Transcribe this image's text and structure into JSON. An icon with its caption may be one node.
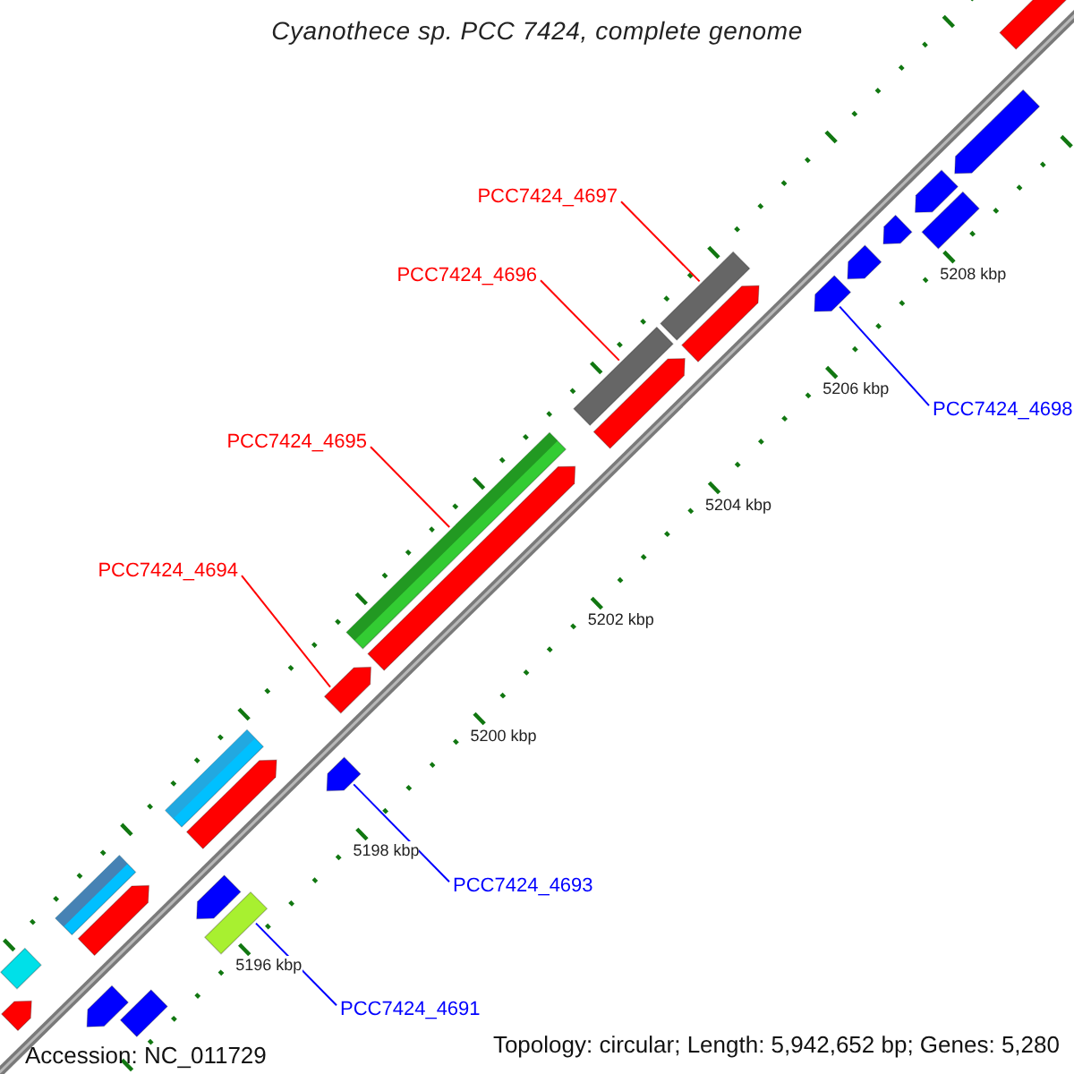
{
  "diagram": {
    "title": "Cyanothece sp. PCC 7424, complete genome",
    "nodes": [
      {
        "text": [
          "PCC7424_4697"
        ]
      },
      {
        "text": [
          "PCC7424_4696"
        ]
      },
      {
        "text": [
          "PCC7424_4695"
        ]
      },
      {
        "text": [
          "PCC7424_4698"
        ]
      },
      {
        "text": [
          "PCC7424_4694"
        ]
      },
      {
        "text": [
          "PCC7424_4693"
        ]
      },
      {
        "text": [
          "PCC7424_4691"
        ]
      },
      {
        "text": [],
        "shape": "bar"
      },
      {
        "text": [],
        "shape": "arrow"
      },
      {
        "text": [],
        "shape": "bar"
      },
      {
        "text": [],
        "shape": "arrow"
      },
      {
        "text": [],
        "shape": "bar"
      },
      {
        "text": [],
        "shape": "arrow"
      },
      {
        "text": [],
        "shape": "bar"
      },
      {
        "text": [],
        "shape": "arrow"
      },
      {
        "text": [],
        "shape": "bar"
      },
      {
        "text": [],
        "shape": "arrow"
      },
      {
        "text": [],
        "shape": "arrow"
      },
      {
        "text": [],
        "shape": "arrow"
      },
      {
        "text": [],
        "shape": "bar"
      },
      {
        "text": [],
        "shape": "arrow"
      },
      {
        "text": [],
        "shape": "bar"
      },
      {
        "text": [],
        "shape": "arrow"
      },
      {
        "text": [],
        "shape": "bar"
      },
      {
        "text": [],
        "shape": "arrow"
      },
      {
        "text": [],
        "shape": "arrow"
      },
      {
        "text": [],
        "shape": "arrow"
      },
      {
        "text": [],
        "shape": "arrow"
      },
      {
        "text": [],
        "shape": "bar"
      },
      {
        "text": [],
        "shape": "arrow"
      },
      {
        "text": [],
        "shape": "arrow"
      },
      {
        "text": [],
        "shape": "arrow"
      }
    ],
    "edges": [
      {
        "from": 0,
        "to": 23,
        "arrow": "none"
      },
      {
        "from": 1,
        "to": 21,
        "arrow": "none"
      },
      {
        "from": 2,
        "to": 19,
        "arrow": "none"
      },
      {
        "from": 3,
        "to": 25,
        "arrow": "none",
        "color": "#0000ff"
      },
      {
        "from": 4,
        "to": 18,
        "arrow": "none"
      },
      {
        "from": 5,
        "to": 17,
        "arrow": "none",
        "color": "#0000ff"
      },
      {
        "from": 6,
        "to": 13,
        "arrow": "none",
        "color": "#0000ff"
      }
    ],
    "labels": [
      "5208 kbp",
      "5206 kbp",
      "5204 kbp",
      "5202 kbp",
      "5200 kbp",
      "5198 kbp",
      "5196 kbp",
      "Accession: NC_011729",
      "Topology: circular; Length: 5,942,652 bp; Genes: 5,280"
    ]
  }
}
